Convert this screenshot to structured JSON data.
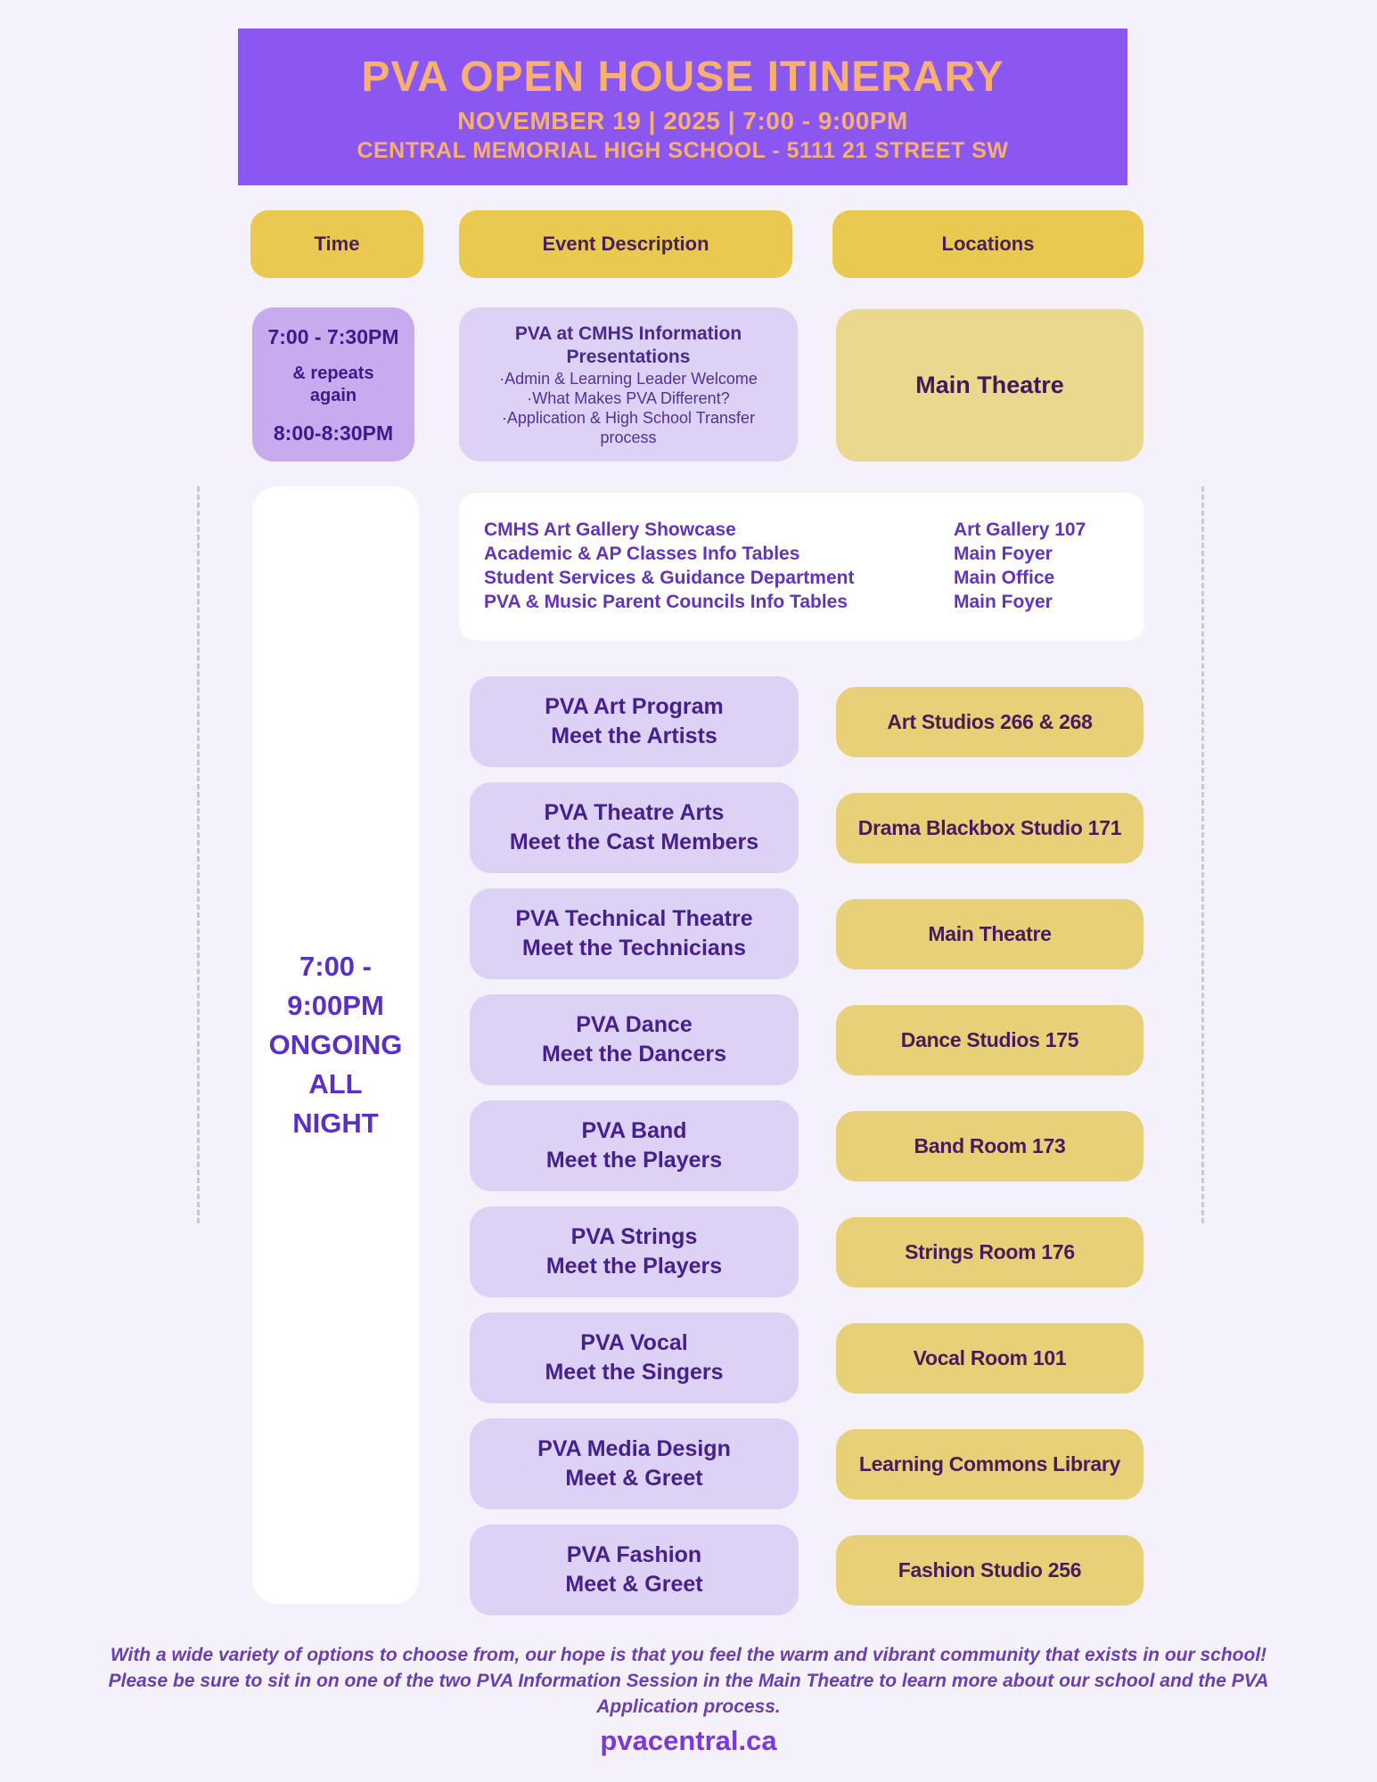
{
  "header": {
    "title": "PVA OPEN HOUSE ITINERARY",
    "subtitle": "NOVEMBER 19 | 2025 | 7:00 - 9:00PM",
    "address": "CENTRAL MEMORIAL HIGH SCHOOL - 5111 21 STREET SW"
  },
  "columns": {
    "time": "Time",
    "event": "Event Description",
    "locations": "Locations"
  },
  "session_row": {
    "time_start": "7:00 - 7:30PM",
    "time_repeats": "& repeats again",
    "time_second": "8:00-8:30PM",
    "event_title": "PVA at CMHS Information Presentations",
    "bullets": [
      "·Admin & Learning Leader Welcome",
      "·What Makes PVA Different?",
      "·Application & High School Transfer process"
    ],
    "location": "Main Theatre"
  },
  "ongoing": {
    "time_lines": [
      "7:00 -",
      "9:00PM",
      "ONGOING",
      "ALL",
      "NIGHT"
    ],
    "info_table": [
      {
        "event": "CMHS Art Gallery Showcase",
        "location": "Art Gallery 107"
      },
      {
        "event": "Academic & AP Classes Info Tables",
        "location": "Main Foyer"
      },
      {
        "event": "Student Services & Guidance Department",
        "location": "Main Office"
      },
      {
        "event": "PVA & Music Parent Councils Info Tables",
        "location": "Main Foyer"
      }
    ],
    "rows": [
      {
        "event_line1": "PVA Art Program",
        "event_line2": "Meet the Artists",
        "location": "Art Studios 266 & 268"
      },
      {
        "event_line1": "PVA Theatre Arts",
        "event_line2": "Meet the Cast Members",
        "location": "Drama Blackbox Studio 171"
      },
      {
        "event_line1": "PVA Technical Theatre",
        "event_line2": "Meet the Technicians",
        "location": "Main Theatre"
      },
      {
        "event_line1": "PVA Dance",
        "event_line2": "Meet the Dancers",
        "location": "Dance Studios 175"
      },
      {
        "event_line1": "PVA Band",
        "event_line2": "Meet the Players",
        "location": "Band Room 173"
      },
      {
        "event_line1": "PVA Strings",
        "event_line2": "Meet the Players",
        "location": "Strings Room 176"
      },
      {
        "event_line1": "PVA Vocal",
        "event_line2": "Meet the Singers",
        "location": "Vocal Room 101"
      },
      {
        "event_line1": "PVA Media Design",
        "event_line2": "Meet & Greet",
        "location": "Learning Commons Library"
      },
      {
        "event_line1": "PVA Fashion",
        "event_line2": "Meet & Greet",
        "location": "Fashion Studio 256"
      }
    ]
  },
  "footer": {
    "line1": "With a wide variety of options to choose from, our hope is that you feel the warm and vibrant community that exists in our school!",
    "line2": "Please be sure to sit in on one of the two PVA Information Session in the Main Theatre to learn more about our school and the PVA Application process.",
    "website": "pvacentral.ca"
  },
  "colors": {
    "page_background": "#f5f1fa",
    "banner_background": "#8a58f0",
    "banner_text": "#f8b070",
    "column_header_yellow": "#e9c94f",
    "location_yellow_light": "#ead88e",
    "location_yellow": "#e7d077",
    "time_box_purple": "#c8abee",
    "event_box_lavender": "#ddd1f6",
    "dark_purple_text": "#46208f",
    "accent_purple_text": "#5a2fc8"
  }
}
